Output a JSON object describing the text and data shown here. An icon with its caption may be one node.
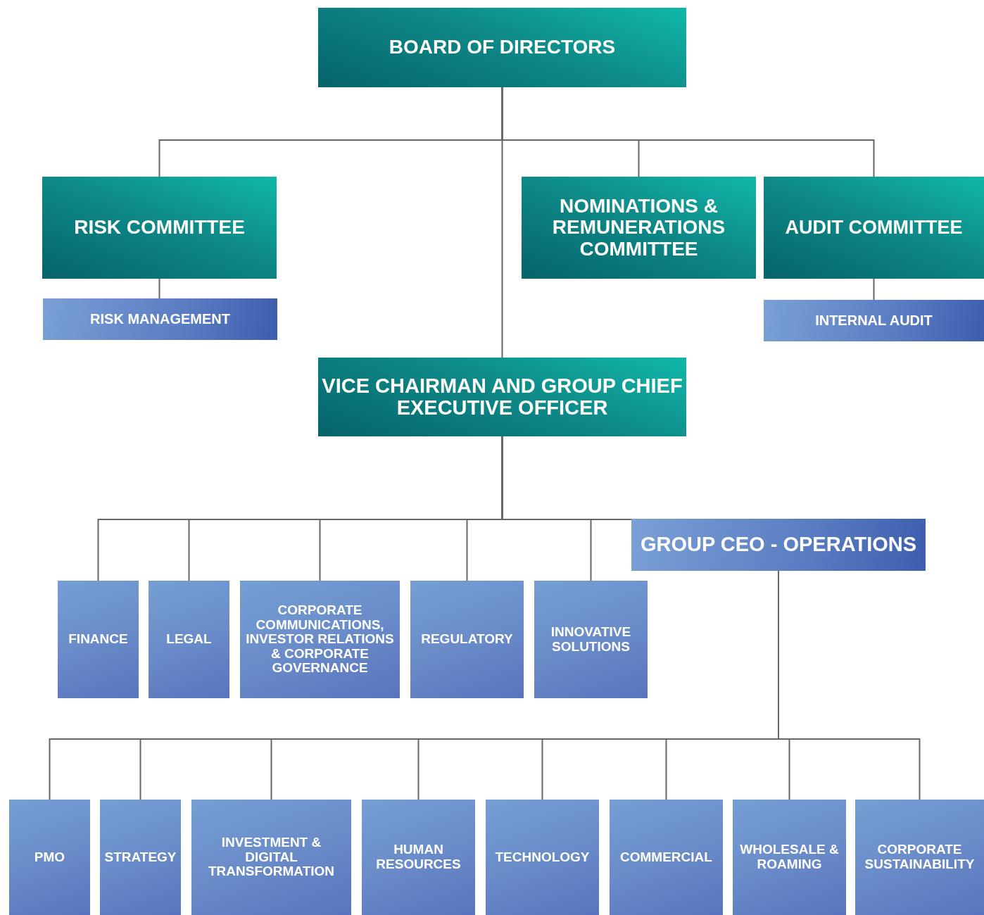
{
  "diagram": {
    "nodes": [
      {
        "text": [
          "BOARD OF DIRECTORS"
        ]
      },
      {
        "text": [
          "RISK COMMITTEE"
        ]
      },
      {
        "text": [
          "NOMINATIONS & REMUNERATIONS COMMITTEE"
        ]
      },
      {
        "text": [
          "AUDIT COMMITTEE"
        ]
      },
      {
        "text": [
          "RISK MANAGEMENT"
        ]
      },
      {
        "text": [
          "INTERNAL AUDIT"
        ]
      },
      {
        "text": [
          "VICE CHAIRMAN AND GROUP CHIEF EXECUTIVE OFFICER"
        ]
      },
      {
        "text": [
          "GROUP CEO - OPERATIONS"
        ]
      },
      {
        "text": [
          "FINANCE"
        ]
      },
      {
        "text": [
          "LEGAL"
        ]
      },
      {
        "text": [
          "CORPORATE COMMUNICATIONS, INVESTOR RELATIONS & CORPORATE GOVERNANCE"
        ]
      },
      {
        "text": [
          "REGULATORY"
        ]
      },
      {
        "text": [
          "INNOVATIVE SOLUTIONS"
        ]
      },
      {
        "text": [
          "PMO"
        ]
      },
      {
        "text": [
          "STRATEGY"
        ]
      },
      {
        "text": [
          "INVESTMENT & DIGITAL TRANSFORMATION"
        ]
      },
      {
        "text": [
          "HUMAN RESOURCES"
        ]
      },
      {
        "text": [
          "TECHNOLOGY"
        ]
      },
      {
        "text": [
          "COMMERCIAL"
        ]
      },
      {
        "text": [
          "WHOLESALE & ROAMING"
        ]
      },
      {
        "text": [
          "CORPORATE SUSTAINABILITY"
        ]
      }
    ],
    "edges": [
      {
        "from": 0,
        "to": 1,
        "arrow": "none"
      },
      {
        "from": 0,
        "to": 2,
        "arrow": "none"
      },
      {
        "from": 0,
        "to": 3,
        "arrow": "none"
      },
      {
        "from": 0,
        "to": 6,
        "arrow": "none"
      },
      {
        "from": 1,
        "to": 4,
        "arrow": "none"
      },
      {
        "from": 3,
        "to": 5,
        "arrow": "none"
      },
      {
        "from": 6,
        "to": 8,
        "arrow": "none"
      },
      {
        "from": 6,
        "to": 9,
        "arrow": "none"
      },
      {
        "from": 6,
        "to": 10,
        "arrow": "none"
      },
      {
        "from": 6,
        "to": 11,
        "arrow": "none"
      },
      {
        "from": 6,
        "to": 12,
        "arrow": "none"
      },
      {
        "from": 6,
        "to": 7,
        "arrow": "none"
      },
      {
        "from": 7,
        "to": 13,
        "arrow": "none"
      },
      {
        "from": 7,
        "to": 14,
        "arrow": "none"
      },
      {
        "from": 7,
        "to": 15,
        "arrow": "none"
      },
      {
        "from": 7,
        "to": 16,
        "arrow": "none"
      },
      {
        "from": 7,
        "to": 17,
        "arrow": "none"
      },
      {
        "from": 7,
        "to": 18,
        "arrow": "none"
      },
      {
        "from": 7,
        "to": 19,
        "arrow": "none"
      },
      {
        "from": 7,
        "to": 20,
        "arrow": "none"
      }
    ]
  }
}
